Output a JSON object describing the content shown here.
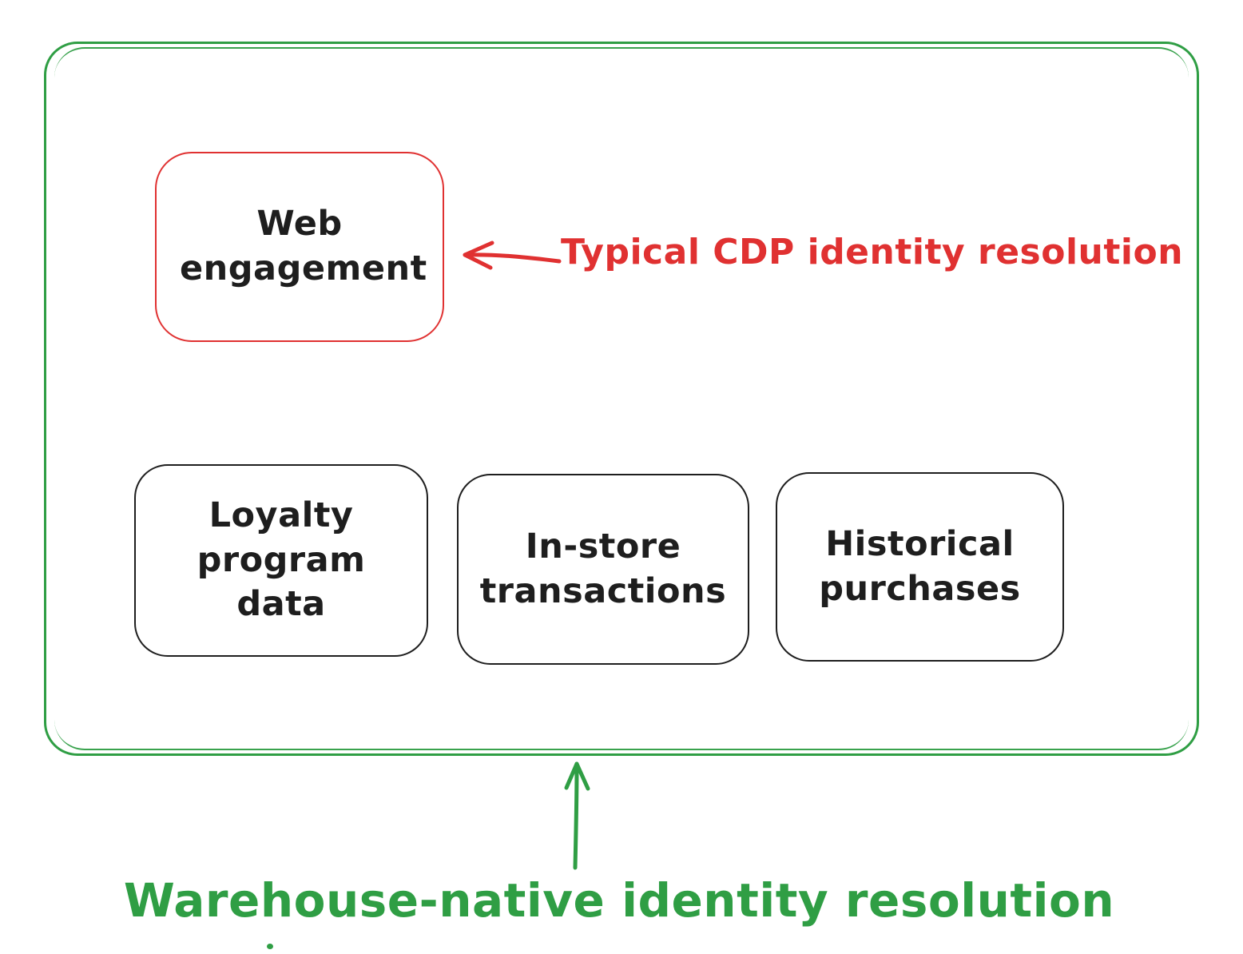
{
  "diagram": {
    "container": {
      "name": "warehouse-scope",
      "stroke_color": "#2f9e44"
    },
    "boxes": [
      {
        "id": "web-engagement",
        "label": "Web engagement",
        "stroke_color": "#e03131"
      },
      {
        "id": "loyalty-program-data",
        "label": "Loyalty program data",
        "stroke_color": "#1e1e1e"
      },
      {
        "id": "in-store-transactions",
        "label": "In-store transactions",
        "stroke_color": "#1e1e1e"
      },
      {
        "id": "historical-purchases",
        "label": "Historical purchases",
        "stroke_color": "#1e1e1e"
      }
    ],
    "annotations": [
      {
        "id": "cdp-annotation",
        "text": "Typical CDP identity resolution",
        "color": "#e03131",
        "arrow_direction": "left",
        "points_to": "web-engagement"
      },
      {
        "id": "warehouse-annotation",
        "text": "Warehouse-native identity resolution",
        "color": "#2f9e44",
        "arrow_direction": "up",
        "points_to": "warehouse-scope"
      }
    ],
    "colors": {
      "red": "#e03131",
      "green": "#2f9e44",
      "ink": "#1e1e1e",
      "background": "#ffffff"
    }
  }
}
